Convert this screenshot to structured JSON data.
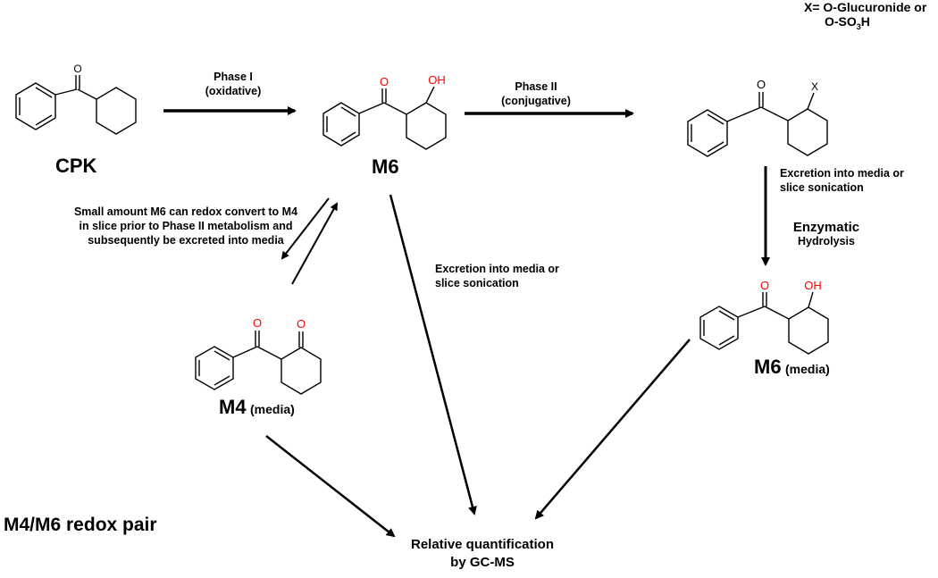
{
  "legend": {
    "x_definition": "X= O-Glucuronide or",
    "x_definition_line2_prefix": "O-SO",
    "x_definition_line2_sub": "3",
    "x_definition_line2_suffix": "H"
  },
  "compounds": {
    "cpk": {
      "name": "CPK"
    },
    "m6": {
      "name": "M6"
    },
    "conjugate": {
      "substituent": "X"
    },
    "m6_media": {
      "name": "M6",
      "qualifier": "(media)"
    },
    "m4_media": {
      "name": "M4",
      "qualifier": "(media)"
    }
  },
  "atom_labels": {
    "oxygen": "O",
    "hydroxyl": "OH"
  },
  "steps": {
    "phase1": {
      "line1": "Phase I",
      "line2": "(oxidative)"
    },
    "phase2": {
      "line1": "Phase II",
      "line2": "(conjugative)"
    },
    "excretion_conjugate": {
      "line1": "Excretion into media or",
      "line2": "slice  sonication"
    },
    "excretion_m6": {
      "line1": "Excretion into media or",
      "line2": "slice  sonication"
    },
    "enzymatic": {
      "line1": "Enzymatic",
      "line2": "Hydrolysis"
    },
    "redox_note": "Small amount M6 can redox convert to M4 in slice prior to Phase II metabolism and subsequently  be excreted into media"
  },
  "endpoint": {
    "line1": "Relative quantification",
    "line2": "by GC-MS"
  },
  "footer": {
    "title": "M4/M6 redox pair"
  },
  "colors": {
    "oxygen": "#ff0000",
    "bond": "#000000"
  }
}
